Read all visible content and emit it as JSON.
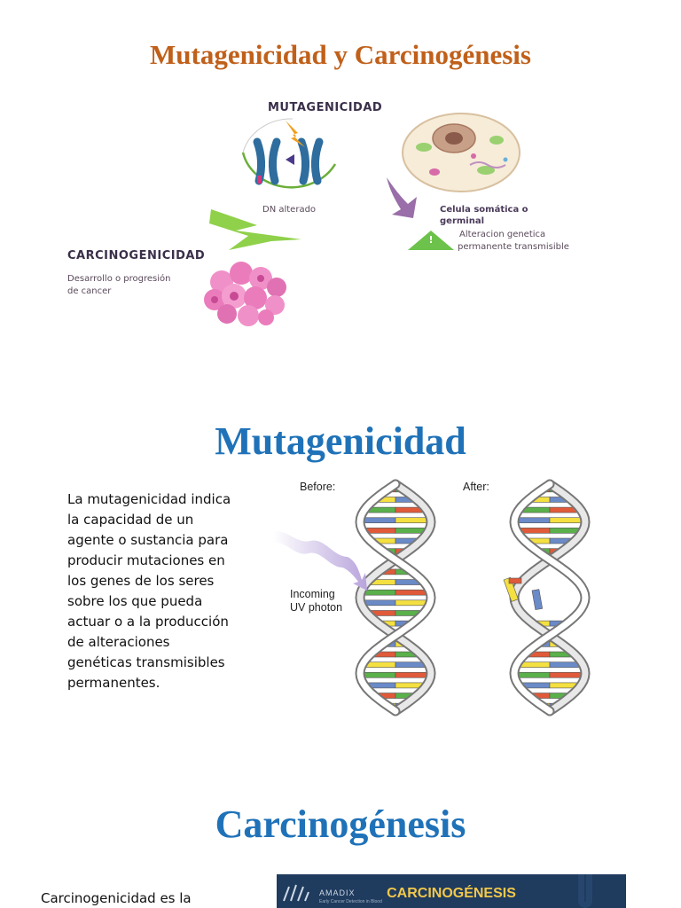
{
  "section1": {
    "title": "Mutagenicidad y Carcinogénesis",
    "figure": {
      "mutagenicidad_label": "MUTAGENICIDAD",
      "dn_alterado": "DN alterado",
      "celula_line1": "Celula somática o",
      "celula_line2": "germinal",
      "alteracion_line1": "Alteracion genetica",
      "alteracion_line2": "permanente transmisible",
      "carcinogenicidad_label": "CARCINOGENICIDAD",
      "desarrollo_line1": "Desarrollo o progresión",
      "desarrollo_line2": "de cancer",
      "warning_symbol": "!"
    }
  },
  "section2": {
    "title": "Mutagenicidad",
    "paragraph_lines": [
      "La mutagenicidad indica",
      "la capacidad de un",
      "agente o sustancia para",
      "producir mutaciones en",
      "los genes de los seres",
      "sobre los que pueda",
      "actuar o a la producción",
      "de alteraciones",
      "genéticas transmisibles",
      "permanentes."
    ],
    "figure": {
      "before": "Before:",
      "after": "After:",
      "incoming_line1": "Incoming",
      "incoming_line2": "UV photon"
    }
  },
  "section3": {
    "title": "Carcinogénesis",
    "body_start": "Carcinogenicidad es la",
    "banner": {
      "title": "CARCINOGÉNESIS",
      "brand": "AMADIX",
      "tagline": "Early Cancer Detection in Blood"
    }
  },
  "colors": {
    "title_orange": "#c0601a",
    "title_blue": "#1f72b8",
    "green_arrow": "#8fd14a",
    "purple_arrow": "#9a6ea8",
    "banner_bg": "#1f3b5e",
    "banner_text": "#f2c84a"
  }
}
